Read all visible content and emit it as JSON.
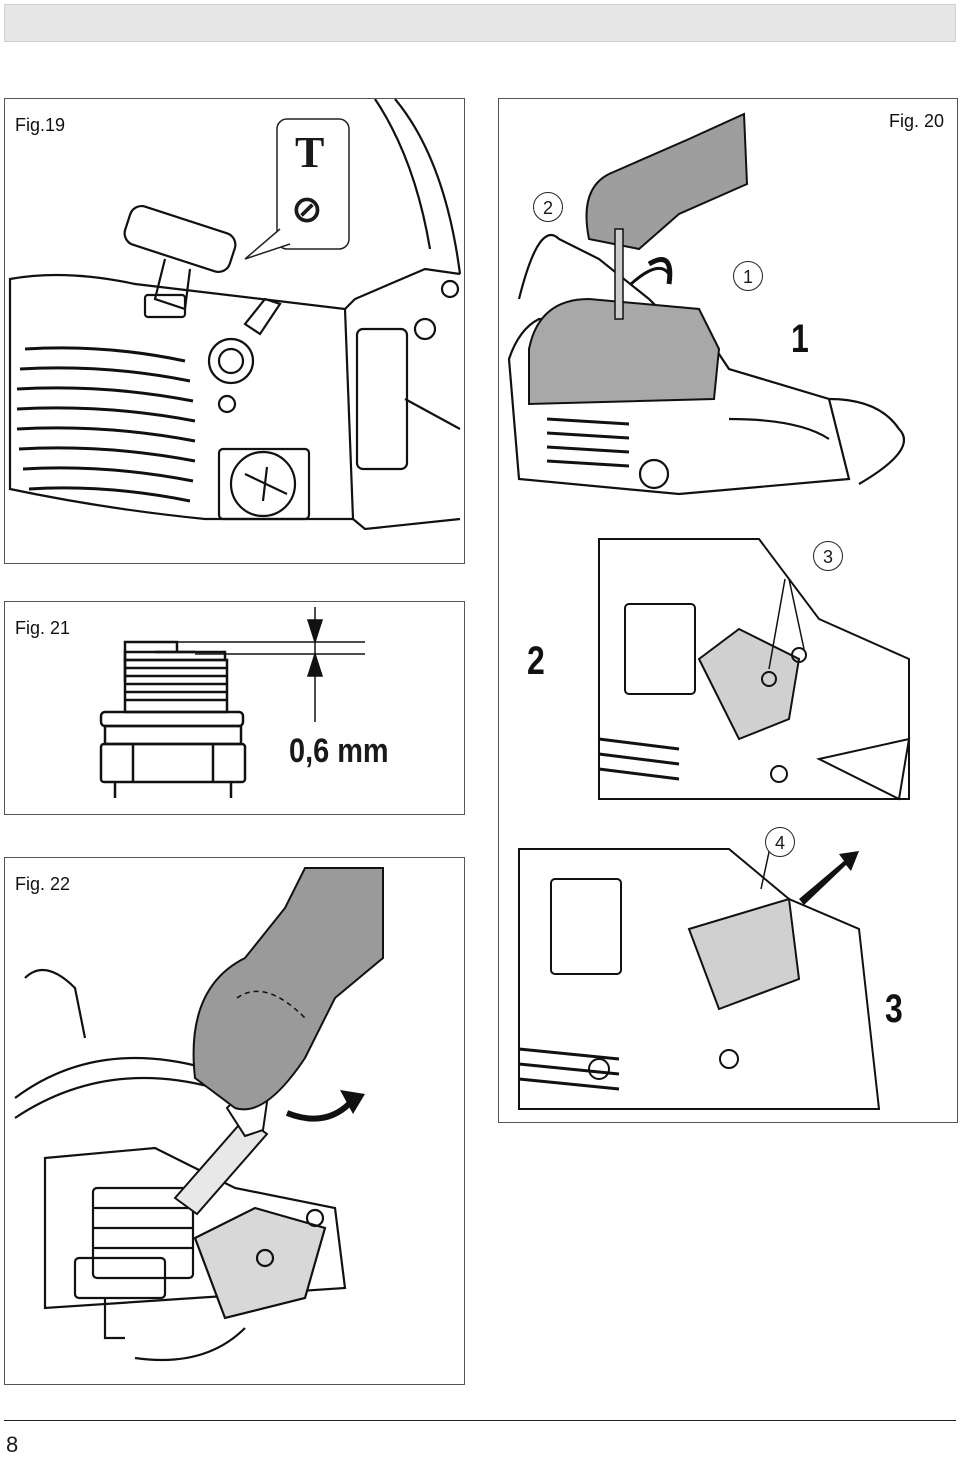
{
  "figures": {
    "fig19": {
      "label": "Fig.19",
      "symbol_top": "T",
      "symbol_bottom": "⊘"
    },
    "fig20": {
      "label": "Fig. 20",
      "callout_1": "1",
      "callout_2": "2",
      "step_number": "1"
    },
    "fig21": {
      "label": "Fig. 21",
      "gap_value": "0,6 mm"
    },
    "fig22": {
      "label": "Fig. 22"
    },
    "fig20_step2": {
      "callout": "3",
      "step_number": "2"
    },
    "fig20_step3": {
      "callout": "4",
      "step_number": "3"
    }
  },
  "footer": {
    "page_number": "8"
  }
}
